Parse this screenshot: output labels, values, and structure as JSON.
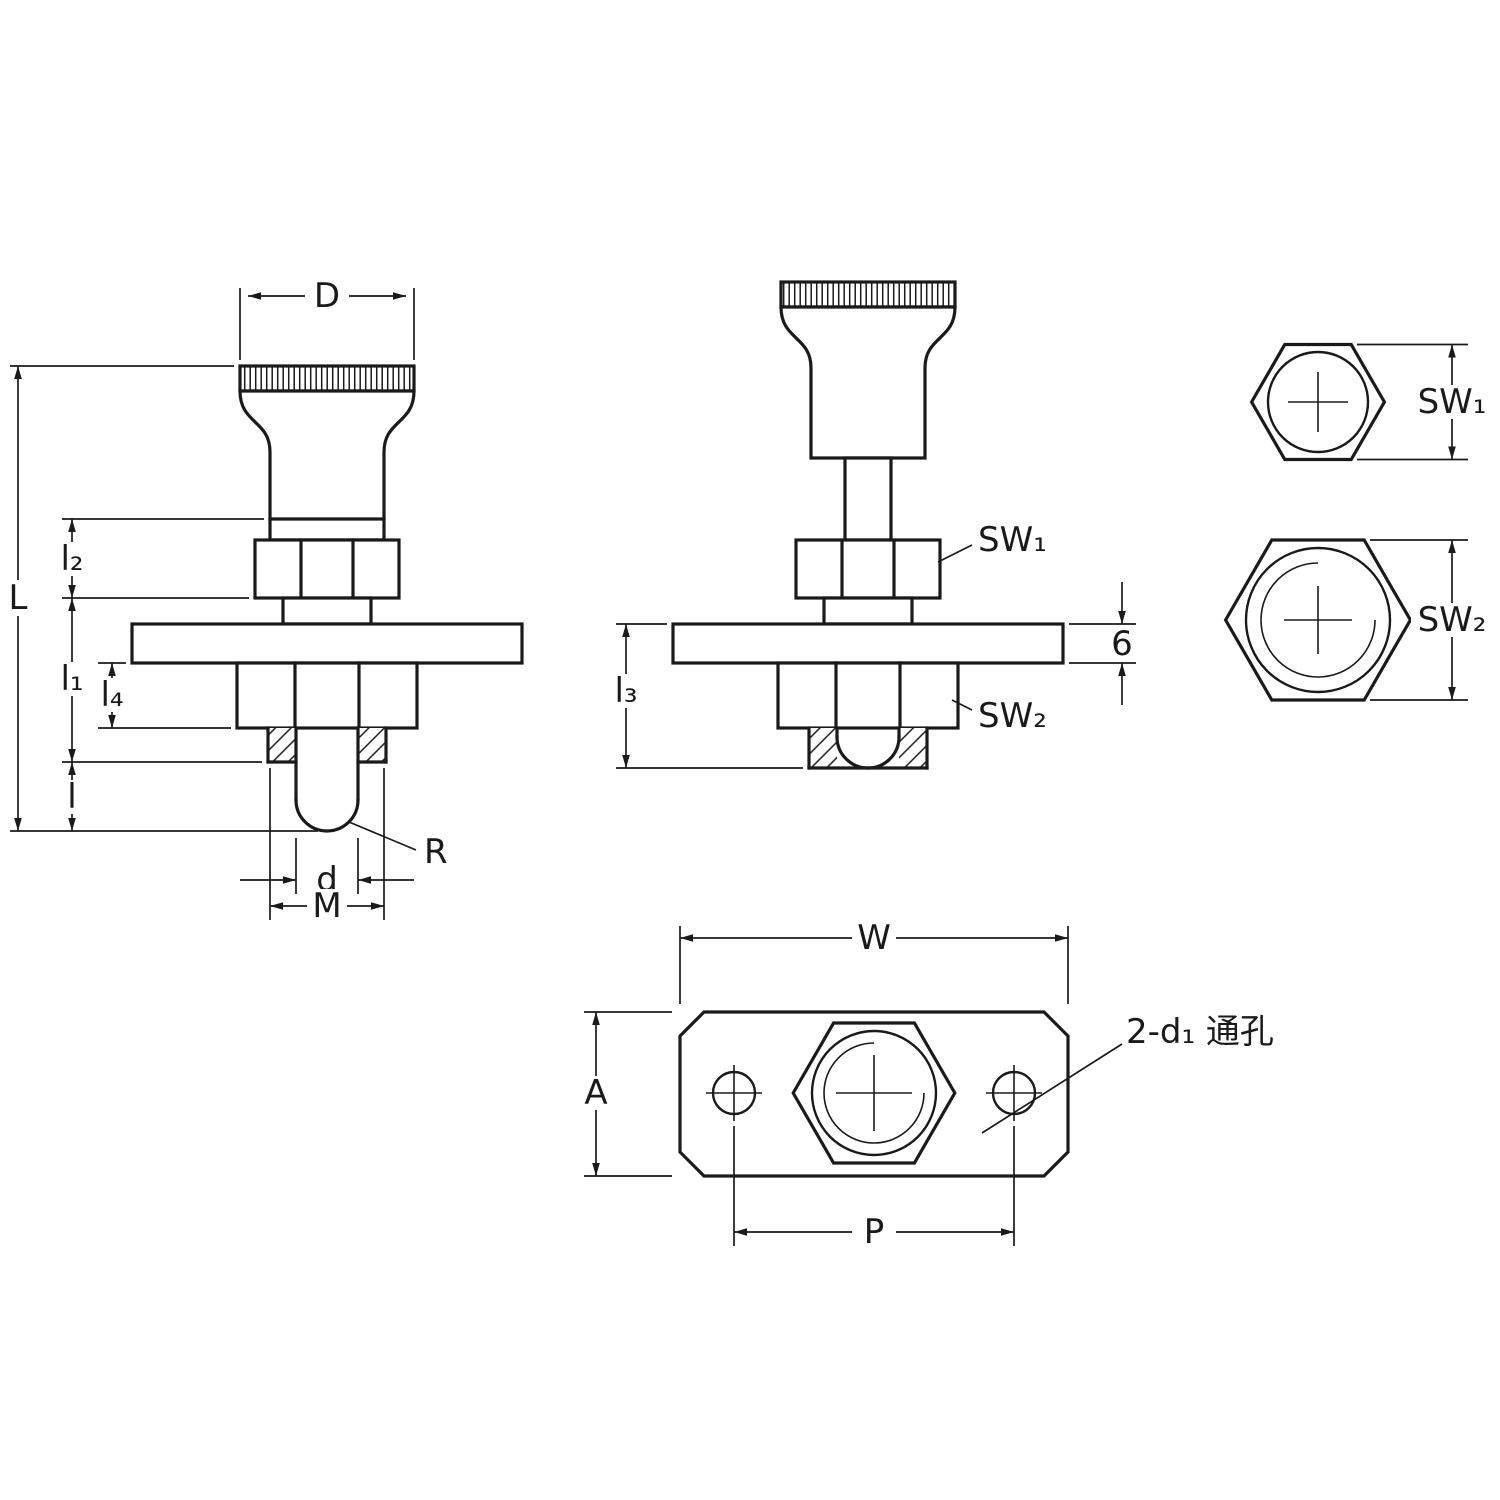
{
  "colors": {
    "line": "#1a1a1a",
    "background": "#ffffff"
  },
  "labels": {
    "left": {
      "D": "D",
      "L": "L",
      "l2": "l₂",
      "l1": "l₁",
      "l4": "l₄",
      "l": "l",
      "d": "d",
      "M": "M",
      "R": "R"
    },
    "middle": {
      "SW1": "SW₁",
      "SW2": "SW₂",
      "l3": "l₃",
      "thickness": "6"
    },
    "nuts": {
      "SW1": "SW₁",
      "SW2": "SW₂"
    },
    "plate": {
      "W": "W",
      "A": "A",
      "P": "P",
      "callout": "2-d₁ 通孔"
    }
  }
}
